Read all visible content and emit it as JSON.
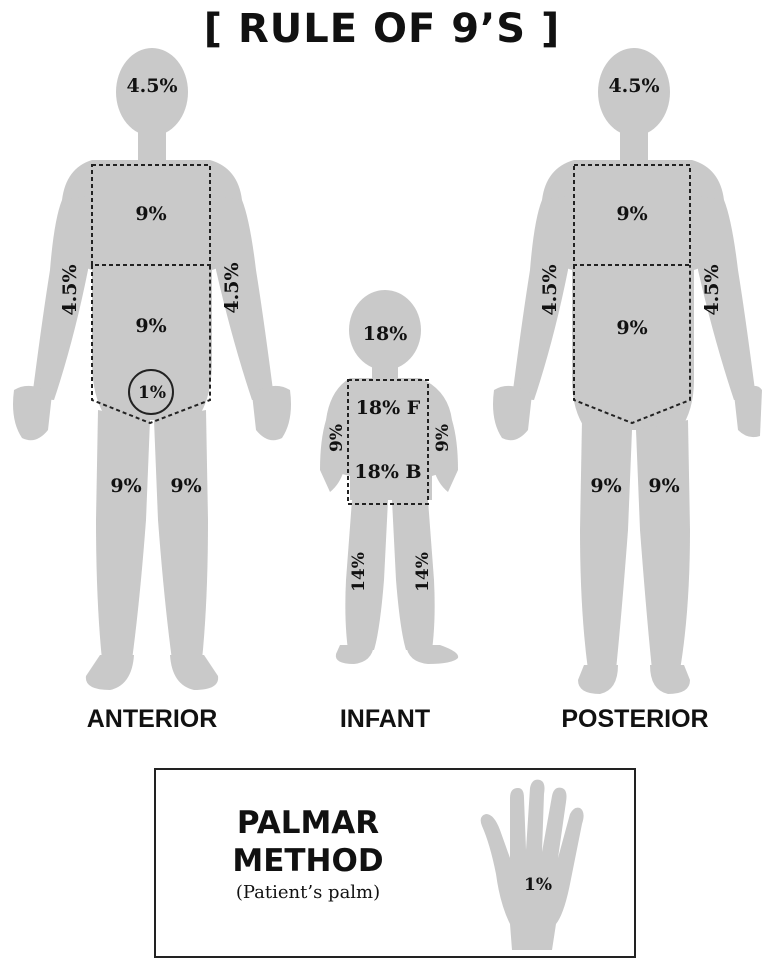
{
  "title": "[ RULE OF 9’S ]",
  "figures": {
    "anterior": {
      "label": "ANTERIOR",
      "head": "4.5%",
      "chest": "9%",
      "abdomen": "9%",
      "genitals": "1%",
      "left_arm": "4.5%",
      "right_arm": "4.5%",
      "left_leg": "9%",
      "right_leg": "9%"
    },
    "infant": {
      "label": "INFANT",
      "head": "18%",
      "trunk_front": "18% F",
      "trunk_back": "18% B",
      "left_arm": "9%",
      "right_arm": "9%",
      "left_leg": "14%",
      "right_leg": "14%"
    },
    "posterior": {
      "label": "POSTERIOR",
      "head": "4.5%",
      "upper_back": "9%",
      "lower_back": "9%",
      "left_arm": "4.5%",
      "right_arm": "4.5%",
      "left_leg": "9%",
      "right_leg": "9%"
    }
  },
  "palmar": {
    "title_line1": "PALMAR",
    "title_line2": "METHOD",
    "subtitle": "(Patient’s palm)",
    "palm_value": "1%"
  },
  "colors": {
    "body_fill": "#c9c9c9",
    "text": "#111111",
    "outline": "#222222"
  }
}
